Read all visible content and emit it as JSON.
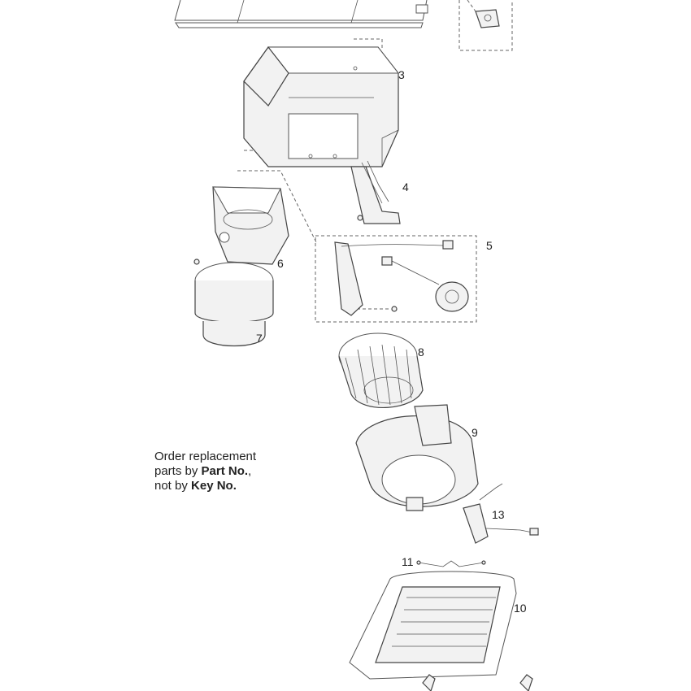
{
  "keys": {
    "k3": "3",
    "k4": "4",
    "k5": "5",
    "k6": "6",
    "k7": "7",
    "k8": "8",
    "k9": "9",
    "k10": "10",
    "k11": "11",
    "k13": "13"
  },
  "note": {
    "line1": "Order replacement",
    "line2_pre": "parts by ",
    "line2_bold": "Part No.",
    "line2_post": ",",
    "line3_pre": "not by ",
    "line3_bold": "Key No."
  }
}
